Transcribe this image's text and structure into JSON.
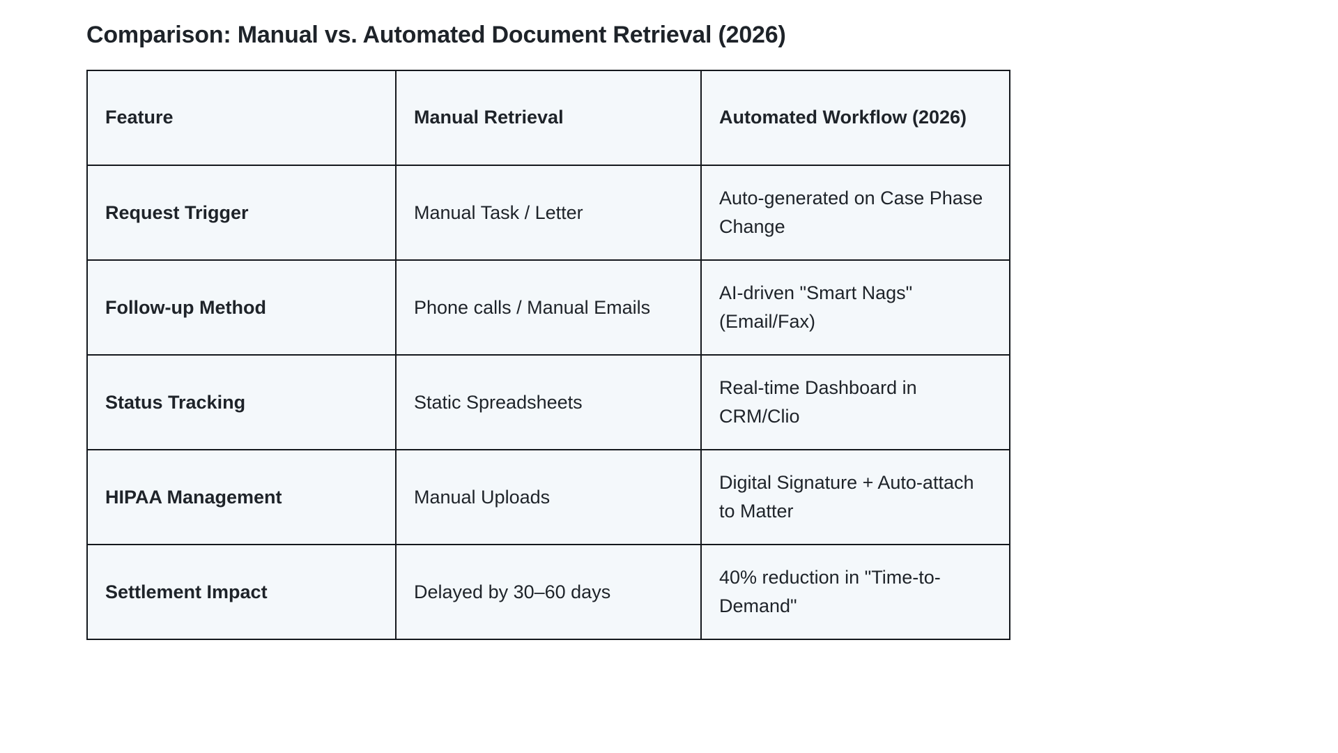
{
  "page": {
    "title": "Comparison: Manual vs. Automated Document Retrieval (2026)",
    "background_color": "#ffffff",
    "text_color": "#1e2329"
  },
  "table": {
    "border_color": "#14181d",
    "cell_background": "#f4f8fb",
    "columns": [
      {
        "key": "feature",
        "header": "Feature"
      },
      {
        "key": "manual",
        "header": "Manual Retrieval"
      },
      {
        "key": "automated",
        "header": "Automated Workflow (2026)"
      }
    ],
    "rows": [
      {
        "feature": "Request Trigger",
        "manual": "Manual Task / Letter",
        "automated": "Auto-generated on Case Phase Change"
      },
      {
        "feature": "Follow-up Method",
        "manual": "Phone calls / Manual Emails",
        "automated": "AI-driven \"Smart Nags\" (Email/Fax)"
      },
      {
        "feature": "Status Tracking",
        "manual": "Static Spreadsheets",
        "automated": "Real-time Dashboard in CRM/Clio"
      },
      {
        "feature": "HIPAA Management",
        "manual": "Manual Uploads",
        "automated": "Digital Signature + Auto-attach to Matter"
      },
      {
        "feature": "Settlement Impact",
        "manual": "Delayed by 30–60 days",
        "automated": "40% reduction in \"Time-to-Demand\""
      }
    ]
  }
}
